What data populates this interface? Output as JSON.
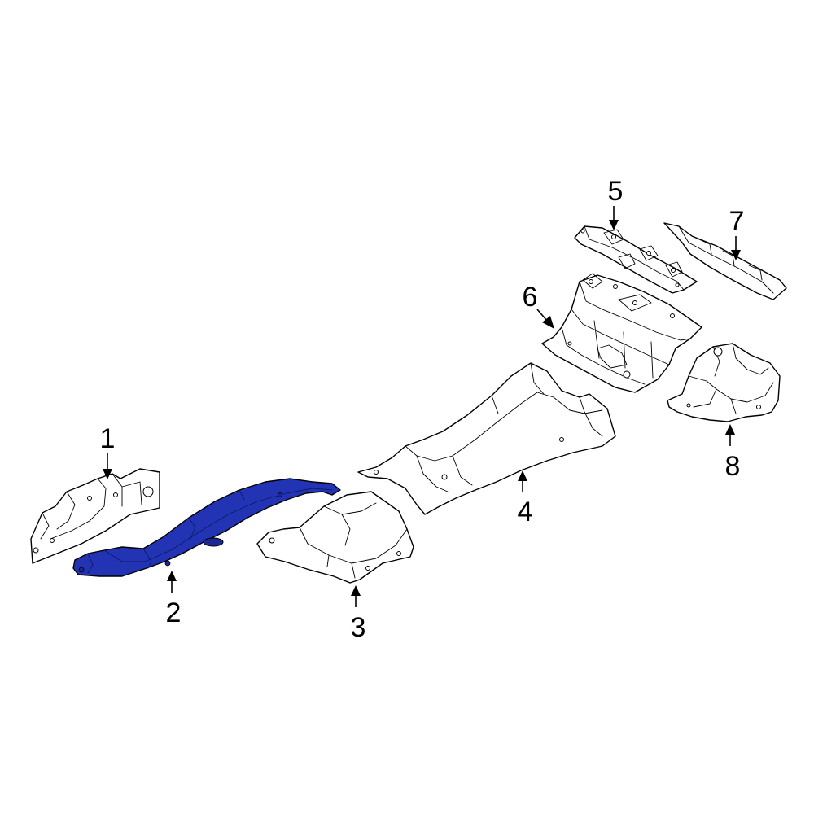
{
  "diagram": {
    "highlight_color": "#2233b4",
    "outline_color": "#000000",
    "background": "#ffffff",
    "highlighted_part": "2",
    "callouts": [
      {
        "id": "1",
        "label": "1"
      },
      {
        "id": "2",
        "label": "2"
      },
      {
        "id": "3",
        "label": "3"
      },
      {
        "id": "4",
        "label": "4"
      },
      {
        "id": "5",
        "label": "5"
      },
      {
        "id": "6",
        "label": "6"
      },
      {
        "id": "7",
        "label": "7"
      },
      {
        "id": "8",
        "label": "8"
      }
    ]
  }
}
